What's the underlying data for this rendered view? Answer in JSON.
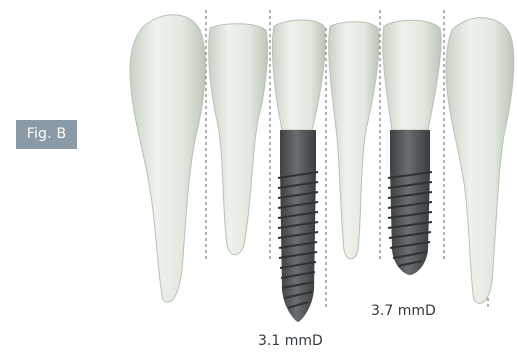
{
  "figure": {
    "badge_label": "Fig. B",
    "badge_color": "#8a9aa6"
  },
  "implants": [
    {
      "diameter_label": "3.1 mmD"
    },
    {
      "diameter_label": "3.7 mmD"
    }
  ],
  "colors": {
    "tooth_fill": "#dfe6dd",
    "tooth_edge": "#b7c2b4",
    "implant_body": "#55595b",
    "implant_thread": "#2f3233",
    "guide_line": "#666666"
  }
}
